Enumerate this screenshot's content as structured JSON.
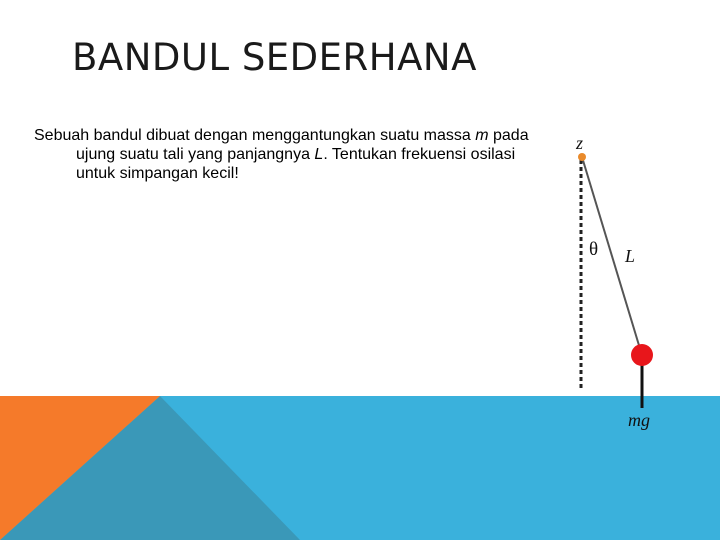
{
  "slide": {
    "title": "BANDUL SEDERHANA"
  },
  "problem": {
    "part1": "Sebuah bandul dibuat dengan menggantungkan suatu massa ",
    "mass_symbol": "m",
    "part2": " pada ujung suatu tali yang panjangnya ",
    "length_symbol": "L",
    "part3": ". Tentukan frekuensi osilasi untuk simpangan kecil!"
  },
  "diagram": {
    "pivot_label": "z",
    "angle_label": "θ",
    "length_label": "L",
    "force_label": "mg"
  },
  "colors": {
    "band_blue": "#3ab1dc",
    "band_dark": "#3a98b8",
    "band_orange": "#f57a2a",
    "bob_red": "#e8161b",
    "pivot_orange": "#e98a2b"
  }
}
